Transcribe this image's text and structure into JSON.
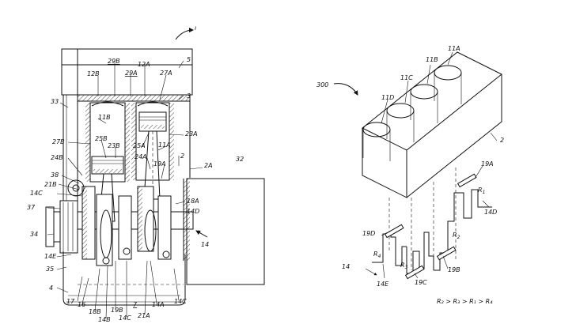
{
  "left_view": {
    "corner_mark": "ı",
    "labels": {
      "l5": "5",
      "l3": "3",
      "l2": "2",
      "l29B": "29B",
      "l29A": "29A",
      "l12A": "12A",
      "l12B": "12B",
      "l27A": "27A",
      "l33": "33",
      "l11B": "11B",
      "l23A": "23A",
      "l27B": "27B",
      "l25B": "25B",
      "l23B": "23B",
      "l25A": "25A",
      "l11A": "11A",
      "l24B": "24B",
      "l24A": "24A",
      "l19A": "19A",
      "l2A": "2A",
      "l32": "32",
      "l38": "38",
      "l21B": "21B",
      "l14C_a": "14C",
      "l18A": "18A",
      "l37": "37",
      "l14D": "14D",
      "l34": "34",
      "l14_a": "14",
      "l14E": "14E",
      "l35": "35",
      "l4": "4",
      "l17": "17",
      "l16": "16",
      "l18B": "18B",
      "l19B": "19B",
      "l14B": "14B",
      "l7": "7",
      "l14C_b": "14C",
      "l21A": "21A",
      "l14A": "14A",
      "l14C_c": "14C"
    }
  },
  "right_view": {
    "labels": {
      "l300": "300",
      "l11A": "11A",
      "l11B": "11B",
      "l11C": "11C",
      "l11D": "11D",
      "l2": "2",
      "l19A": "19A",
      "l19B": "19B",
      "l19C": "19C",
      "l19D": "19D",
      "l14D": "14D",
      "l14E": "14E",
      "l14": "14",
      "lR1": "R",
      "lR1s": "1",
      "lR2": "R",
      "lR2s": "2",
      "lR3": "R",
      "lR3s": "3",
      "lR4": "R",
      "lR4s": "4"
    },
    "relation": "R₂ > R₃ > R₁ > R₄"
  }
}
